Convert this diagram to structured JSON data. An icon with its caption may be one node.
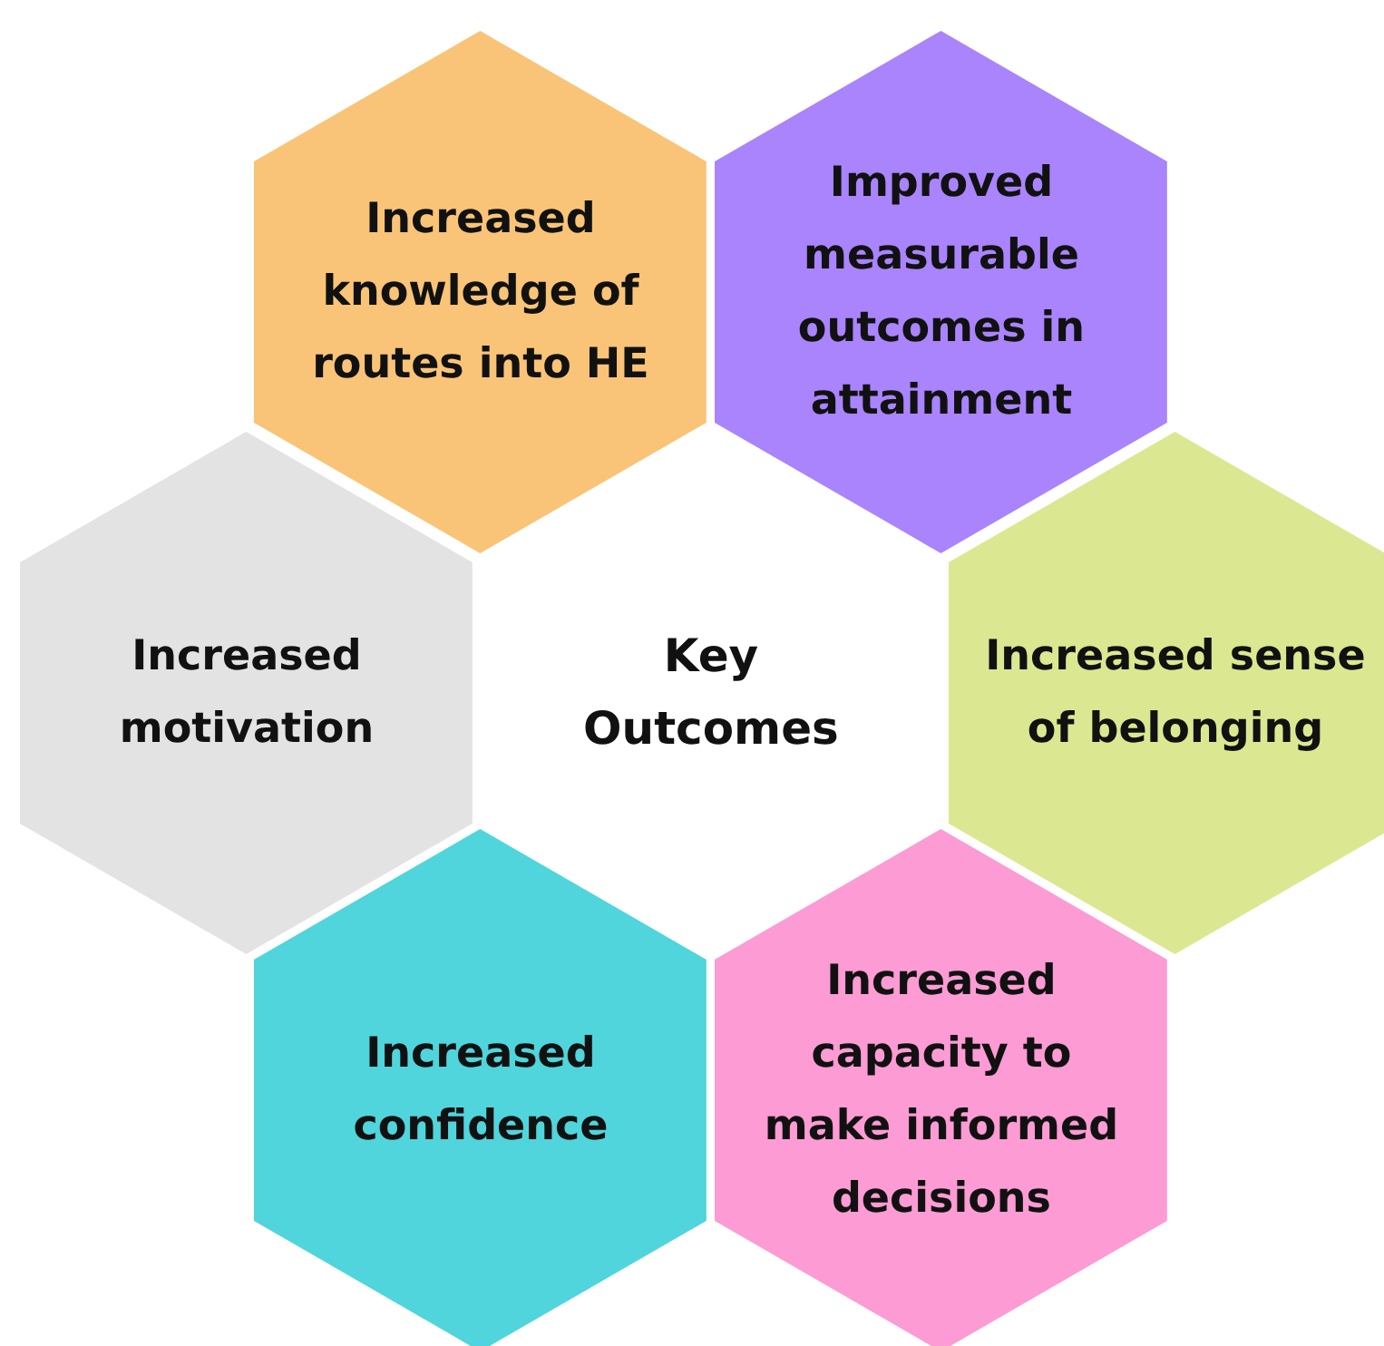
{
  "diagram": {
    "nodes": [
      {
        "text": [
          "Increased knowledge of routes into HE"
        ]
      },
      {
        "text": [
          "Improved measurable outcomes in attainment"
        ]
      },
      {
        "text": [
          "Increased motivation"
        ]
      },
      {
        "text": [
          "Key Outcomes"
        ]
      },
      {
        "text": [
          "Increased sense of belonging"
        ]
      },
      {
        "text": [
          "Increased confidence"
        ]
      },
      {
        "text": [
          "Increased capacity to make informed decisions"
        ]
      }
    ]
  }
}
